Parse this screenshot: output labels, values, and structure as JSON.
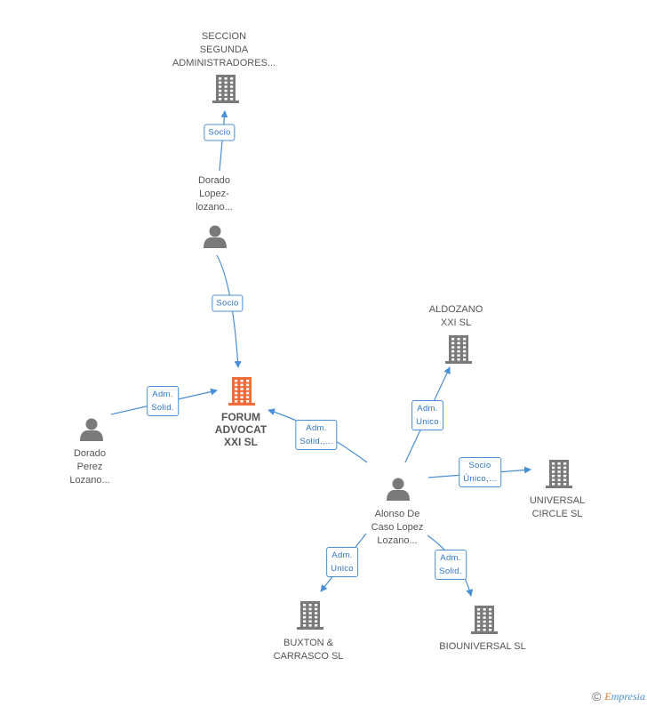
{
  "colors": {
    "edge": "#4a8fd6",
    "company": "#7a7a7a",
    "main_company": "#f26b3a",
    "person": "#7a7a7a"
  },
  "nodes": [
    {
      "id": "seccion",
      "type": "company",
      "label": "SECCION\nSEGUNDA\nADMINISTRADORES..."
    },
    {
      "id": "dorado_lopez",
      "type": "person",
      "label": "Dorado\nLopez-\nlozano..."
    },
    {
      "id": "forum",
      "type": "company",
      "main": true,
      "label": "FORUM\nADVOCAT\nXXI SL"
    },
    {
      "id": "dorado_perez",
      "type": "person",
      "label": "Dorado\nPerez\nLozano..."
    },
    {
      "id": "aldozano",
      "type": "company",
      "label": "ALDOZANO\nXXI SL"
    },
    {
      "id": "alonso",
      "type": "person",
      "label": "Alonso De\nCaso Lopez\nLozano..."
    },
    {
      "id": "universal",
      "type": "company",
      "label": "UNIVERSAL\nCIRCLE SL"
    },
    {
      "id": "buxton",
      "type": "company",
      "label": "BUXTON &\nCARRASCO SL"
    },
    {
      "id": "biouniversal",
      "type": "company",
      "label": "BIOUNIVERSAL SL"
    }
  ],
  "edges": [
    {
      "from": "dorado_lopez",
      "to": "seccion",
      "label": "Socio"
    },
    {
      "from": "dorado_lopez",
      "to": "forum",
      "label": "Socio"
    },
    {
      "from": "dorado_perez",
      "to": "forum",
      "label": "Adm.\nSolid."
    },
    {
      "from": "alonso",
      "to": "forum",
      "label": "Adm.\nSolid.,..."
    },
    {
      "from": "alonso",
      "to": "aldozano",
      "label": "Adm.\nUnico"
    },
    {
      "from": "alonso",
      "to": "universal",
      "label": "Socio\nÚnico,..."
    },
    {
      "from": "alonso",
      "to": "buxton",
      "label": "Adm.\nUnico"
    },
    {
      "from": "alonso",
      "to": "biouniversal",
      "label": "Adm.\nSolid."
    }
  ],
  "footer": {
    "copyright": "©",
    "brand_first": "E",
    "brand_rest": "mpresia"
  }
}
